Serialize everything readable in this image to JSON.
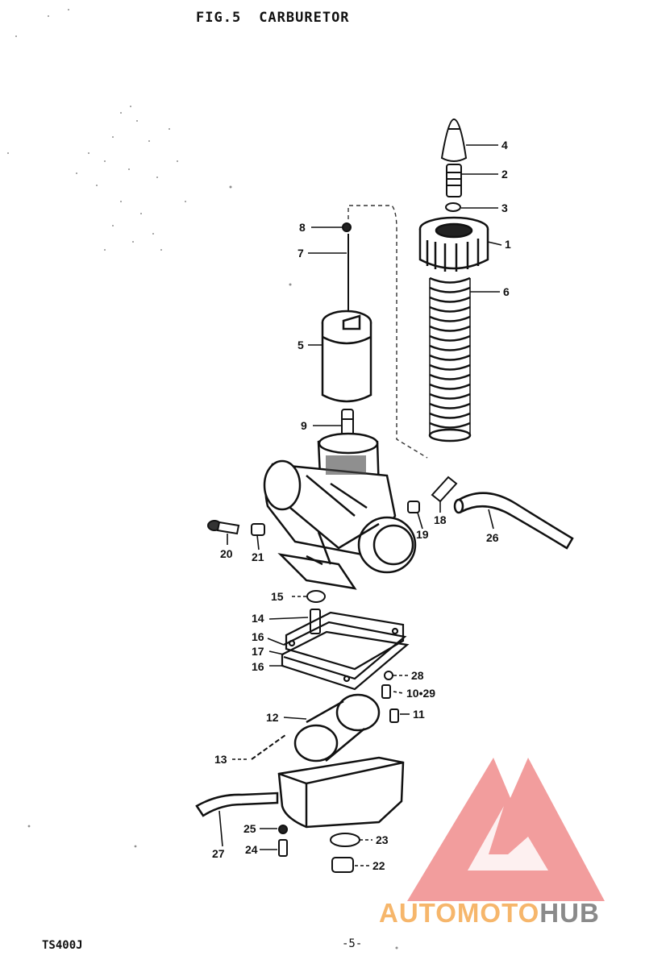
{
  "header": {
    "fig_number": "FIG.5",
    "fig_title": "CARBURETOR"
  },
  "footer": {
    "model": "TS400J",
    "page": "-5-"
  },
  "callouts": {
    "c1": "1",
    "c2": "2",
    "c3": "3",
    "c4": "4",
    "c5": "5",
    "c6": "6",
    "c7": "7",
    "c8": "8",
    "c9": "9",
    "c10_29": "10•29",
    "c11": "11",
    "c12": "12",
    "c13": "13",
    "c14": "14",
    "c15": "15",
    "c16a": "16",
    "c16b": "16",
    "c17": "17",
    "c18": "18",
    "c19": "19",
    "c20": "20",
    "c21": "21",
    "c22": "22",
    "c23": "23",
    "c24": "24",
    "c25": "25",
    "c26": "26",
    "c27": "27",
    "c28": "28"
  },
  "watermark": {
    "part1": "AUTO",
    "part2": "MOTO",
    "part3": "HUB",
    "logo_color": "#f08c8c"
  }
}
